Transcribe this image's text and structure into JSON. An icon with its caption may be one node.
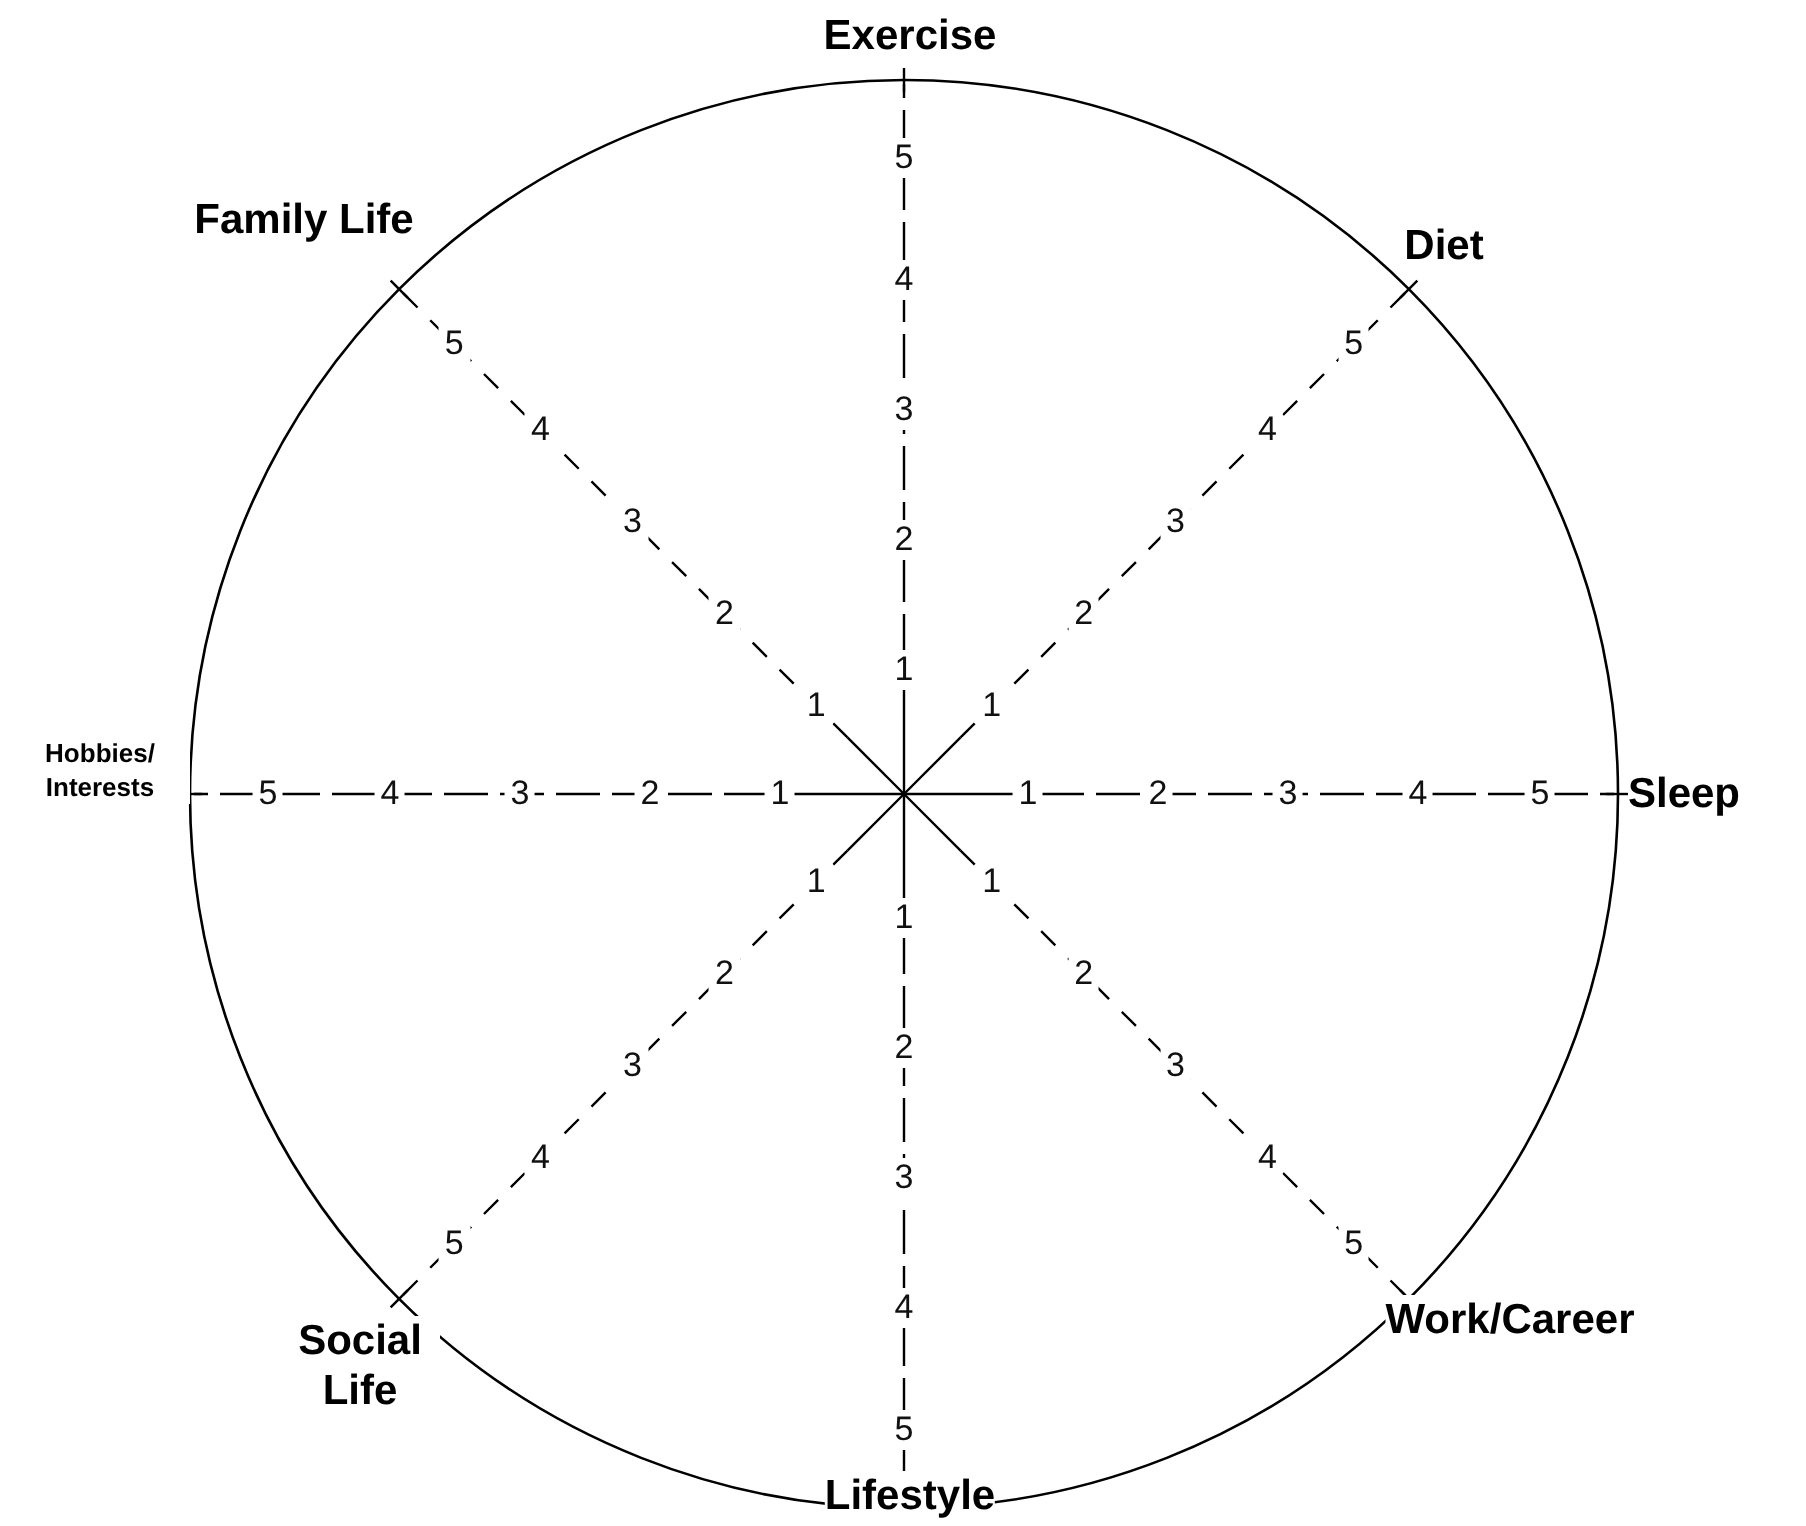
{
  "diagram": {
    "labels": [
      "Exercise",
      "1",
      "2",
      "3",
      "4",
      "5",
      "Diet",
      "1",
      "2",
      "3",
      "4",
      "5",
      "Sleep",
      "1",
      "2",
      "3",
      "4",
      "5",
      "Work/Career",
      "1",
      "2",
      "3",
      "4",
      "5",
      "Lifestyle",
      "1",
      "2",
      "3",
      "4",
      "5",
      "Social Life",
      "1",
      "2",
      "3",
      "4",
      "5",
      "Hobbies/ Interests",
      "1",
      "2",
      "3",
      "4",
      "5",
      "Family Life",
      "1",
      "2",
      "3",
      "4",
      "5"
    ]
  }
}
